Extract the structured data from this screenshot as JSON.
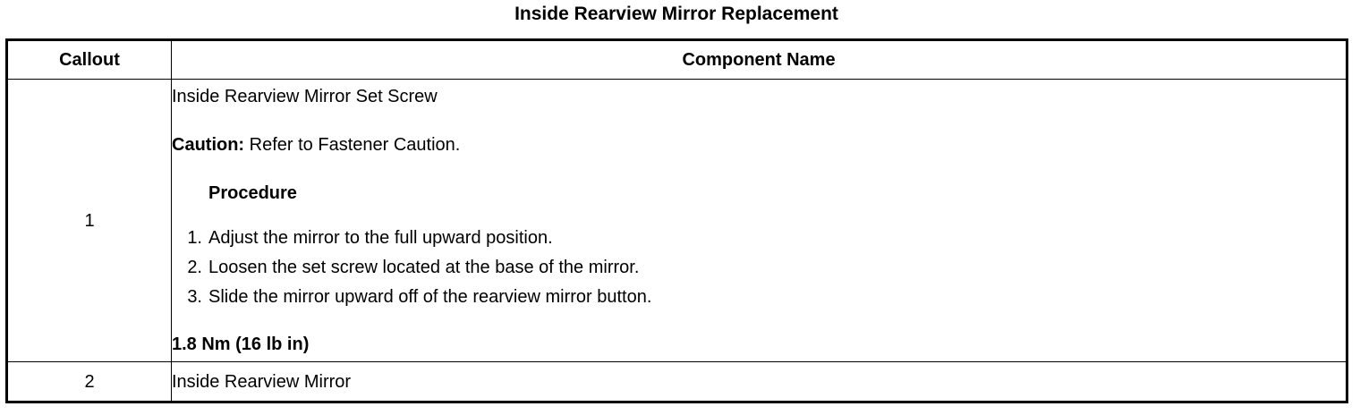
{
  "document": {
    "title": "Inside Rearview Mirror Replacement"
  },
  "table": {
    "headers": {
      "callout": "Callout",
      "component_name": "Component Name"
    },
    "rows": [
      {
        "callout": "1",
        "component_name": "Inside Rearview Mirror Set Screw",
        "caution_label": "Caution:",
        "caution_text": " Refer to Fastener Caution.",
        "procedure_heading": "Procedure",
        "steps": [
          {
            "number": "1.",
            "text": "Adjust the mirror to the full upward position."
          },
          {
            "number": "2.",
            "text": "Loosen the set screw located at the base of the mirror."
          },
          {
            "number": "3.",
            "text": "Slide the mirror upward off of the rearview mirror button."
          }
        ],
        "torque": "1.8 Nm (16 lb in)"
      },
      {
        "callout": "2",
        "component_name": "Inside Rearview Mirror"
      }
    ]
  }
}
